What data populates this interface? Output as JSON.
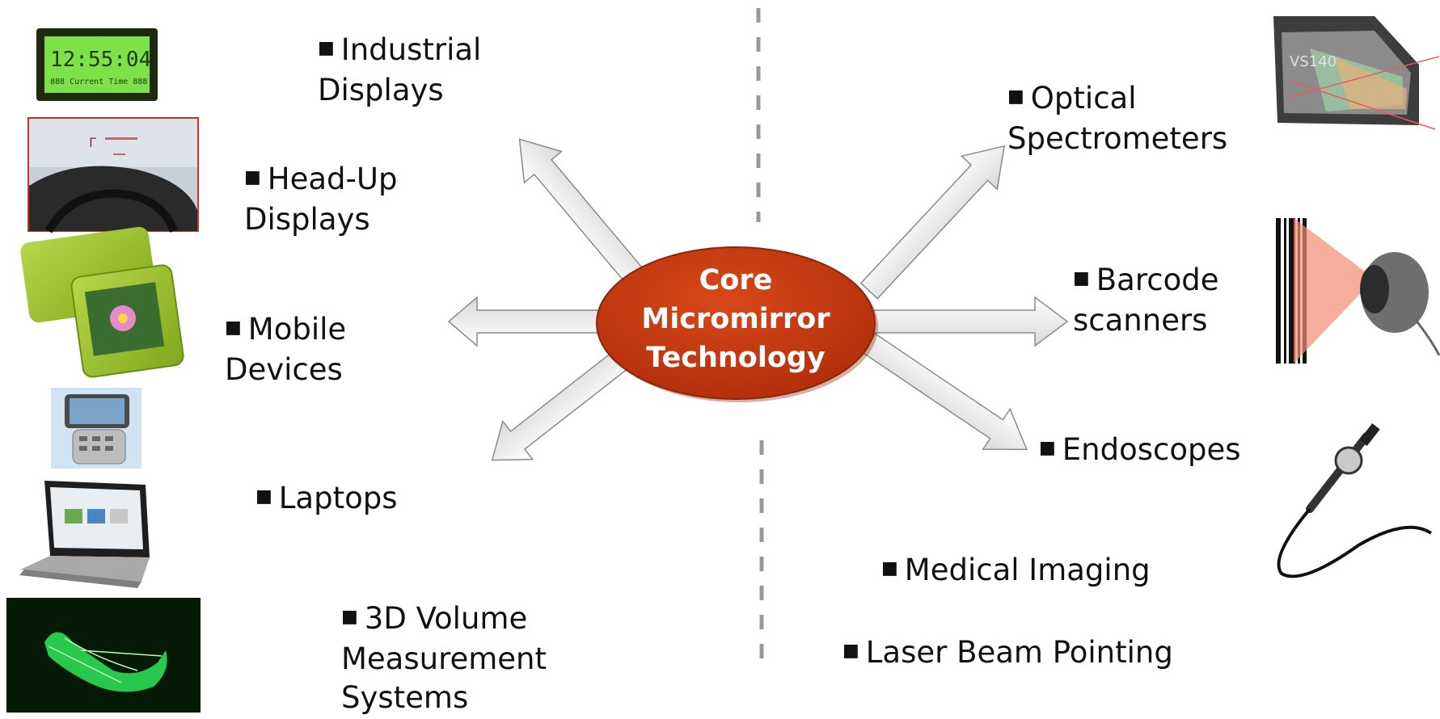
{
  "center": {
    "lines": [
      "Core",
      "Micromirror",
      "Technology"
    ]
  },
  "left_items": [
    {
      "line1": "Industrial",
      "line2": "Displays",
      "icon": "lcd-display-icon"
    },
    {
      "line1": "Head-Up",
      "line2": "Displays",
      "icon": "car-dashboard-icon"
    },
    {
      "line1": "Mobile",
      "line2": "Devices",
      "icon": "mobile-device-icon"
    },
    {
      "line1": "Laptops",
      "icon": "laptop-icon"
    },
    {
      "line1": "3D Volume",
      "line2": "Measurement",
      "line3": "Systems",
      "icon": "3d-scan-icon"
    }
  ],
  "right_items": [
    {
      "line1": "Optical",
      "line2": "Spectrometers",
      "icon": "spectrometer-icon"
    },
    {
      "line1": "Barcode",
      "line2": "scanners",
      "icon": "barcode-scanner-icon"
    },
    {
      "line1": "Endoscopes",
      "icon": "endoscope-icon"
    },
    {
      "line1": "Medical Imaging"
    },
    {
      "line1": "Laser Beam Pointing"
    }
  ],
  "lcd_text": {
    "time": "12:55:04",
    "caption": "888 Current Time 888"
  },
  "spectrometer_text": "VS140",
  "colors": {
    "ellipse": "#c4370f",
    "arrow_fill": "#f2f2f2",
    "arrow_stroke": "#8a8a8a",
    "divider": "#999999"
  }
}
